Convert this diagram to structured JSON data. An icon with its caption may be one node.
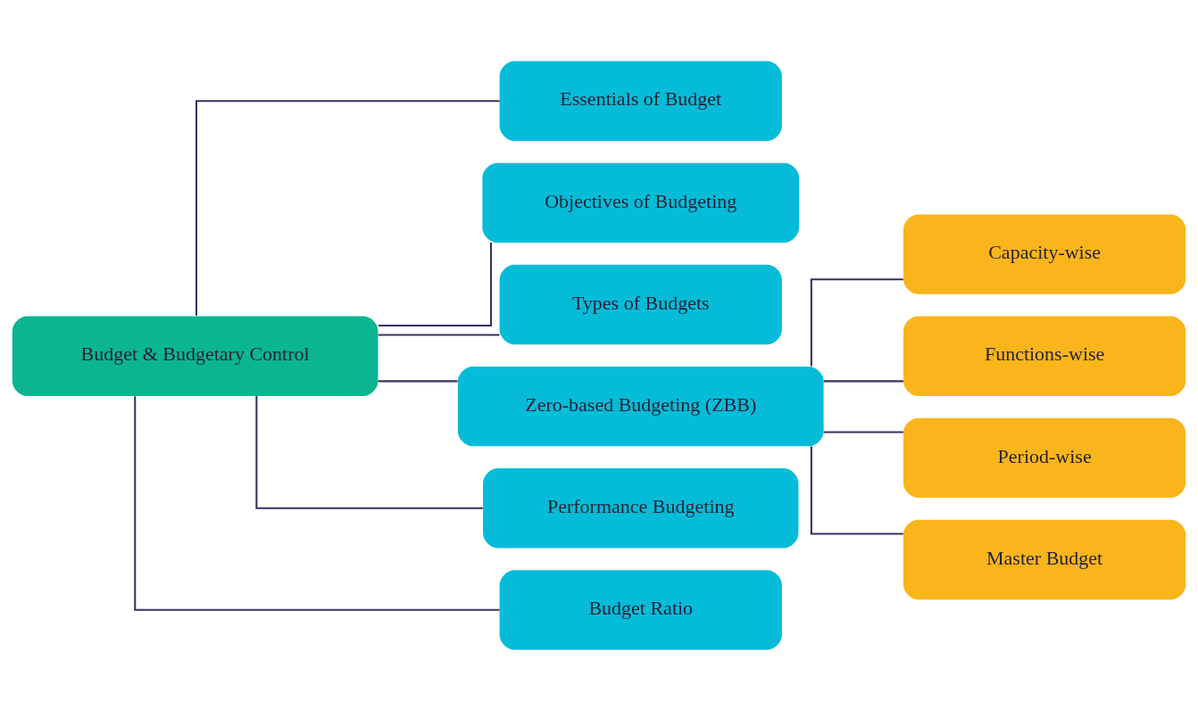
{
  "diagram": {
    "nodes": [
      {
        "text": [
          "Budget & Budgetary Control"
        ]
      },
      {
        "text": [
          "Essentials of Budget"
        ]
      },
      {
        "text": [
          "Objectives of Budgeting"
        ]
      },
      {
        "text": [
          "Types of Budgets"
        ]
      },
      {
        "text": [
          "Zero-based Budgeting (ZBB)"
        ]
      },
      {
        "text": [
          "Performance Budgeting"
        ]
      },
      {
        "text": [
          "Budget Ratio"
        ]
      },
      {
        "text": [
          "Capacity-wise"
        ]
      },
      {
        "text": [
          "Functions-wise"
        ]
      },
      {
        "text": [
          "Period-wise"
        ]
      },
      {
        "text": [
          "Master Budget"
        ]
      }
    ],
    "edges": [
      {
        "from": 0,
        "to": 1,
        "arrow": "none"
      },
      {
        "from": 0,
        "to": 2,
        "arrow": "none"
      },
      {
        "from": 0,
        "to": 3,
        "arrow": "none"
      },
      {
        "from": 0,
        "to": 4,
        "arrow": "none"
      },
      {
        "from": 0,
        "to": 5,
        "arrow": "none"
      },
      {
        "from": 0,
        "to": 6,
        "arrow": "none"
      },
      {
        "from": 4,
        "to": 7,
        "arrow": "none"
      },
      {
        "from": 4,
        "to": 8,
        "arrow": "none"
      },
      {
        "from": 4,
        "to": 9,
        "arrow": "none"
      },
      {
        "from": 4,
        "to": 10,
        "arrow": "none"
      }
    ]
  }
}
